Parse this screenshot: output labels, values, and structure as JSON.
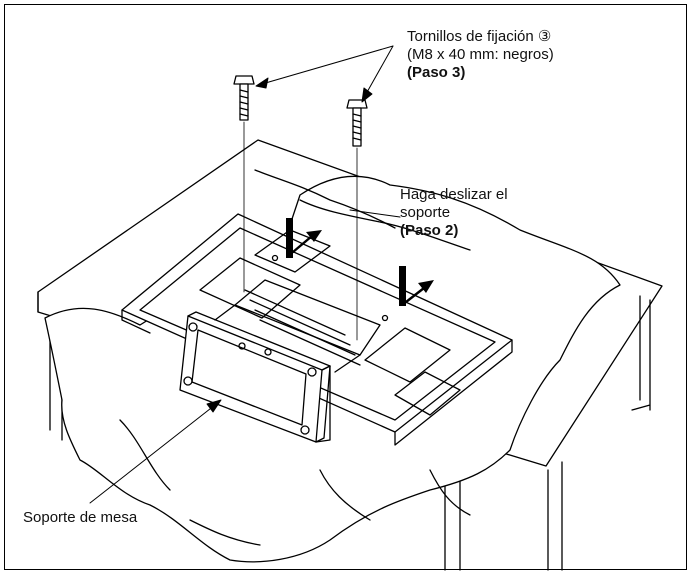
{
  "callouts": {
    "screws": {
      "line1": "Tornillos de fijación ③",
      "line2": "(M8 x 40 mm: negros)",
      "step": "(Paso 3)"
    },
    "slide": {
      "line1": "Haga deslizar el",
      "line2": "soporte",
      "step": "(Paso 2)"
    },
    "stand": {
      "line1": "Soporte de mesa"
    }
  }
}
